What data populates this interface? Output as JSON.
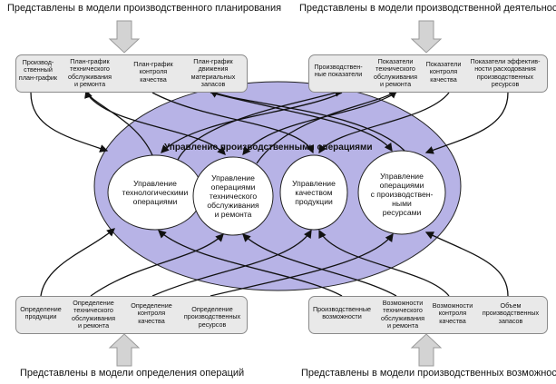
{
  "labels": {
    "top_left": "Представлены в модели производственного планирования",
    "top_right": "Представлены в модели производственной деятельности",
    "bottom_left": "Представлены в модели определения операций",
    "bottom_right": "Представлены в модели производственных возможностей"
  },
  "top_left_items": [
    "Производ-\nственный\nплан-график",
    "План-график\nтехнического\nобслуживания\nи ремонта",
    "План-график\nконтроля\nкачества",
    "План-график\nдвижения\nматериальных\nзапасов"
  ],
  "top_right_items": [
    "Производствен-\nные показатели",
    "Показатели\nтехнического\nобслуживания\nи ремонта",
    "Показатели\nконтроля\nкачества",
    "Показатели эффектив-\nности расходования\nпроизводственных\nресурсов"
  ],
  "bottom_left_items": [
    "Определение\nпродукции",
    "Определение\nтехнического\nобслуживания\nи ремонта",
    "Определение\nконтроля\nкачества",
    "Определение\nпроизводственных\nресурсов"
  ],
  "bottom_right_items": [
    "Производственные\nвозможности",
    "Возможности\nтехнического\nобслуживания\nи ремонта",
    "Возможности\nконтроля\nкачества",
    "Объем\nпроизводственных\nзапасов"
  ],
  "core": {
    "title": "Управление производственными операциями",
    "processes": [
      "Управление\nтехнологическими\nоперациями",
      "Управление\nоперациями\nтехнического\nобслуживания\nи ремонта",
      "Управление\nкачеством\nпродукции",
      "Управление\nоперациями\nс производствен-\nными\nресурсами"
    ]
  },
  "colors": {
    "ellipse_fill": "#b7b3e6",
    "box_fill": "#e9e9e9",
    "arrow_fill": "#d3d3d3",
    "line": "#111111"
  }
}
